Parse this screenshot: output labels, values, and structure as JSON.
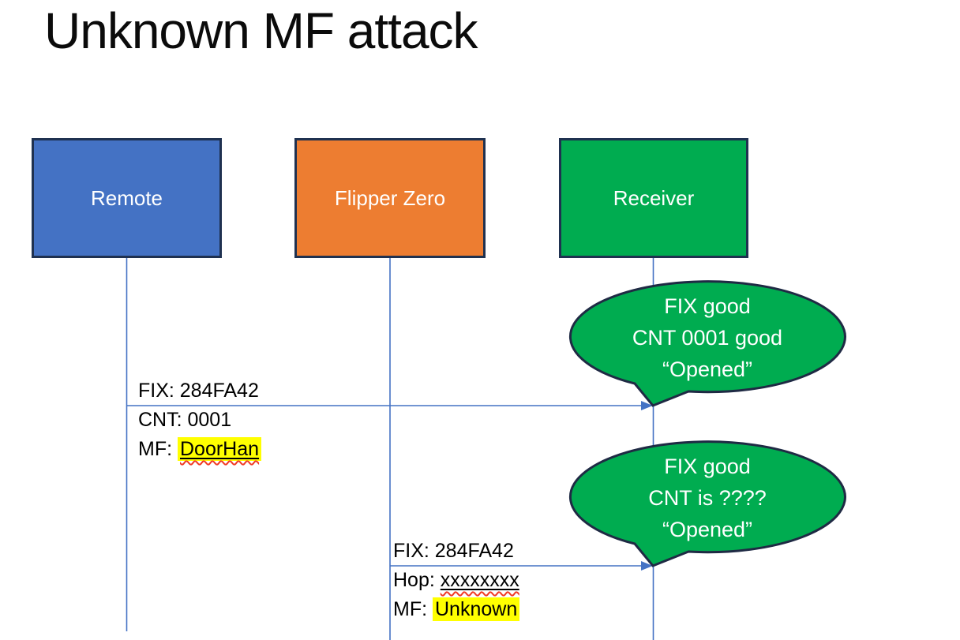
{
  "title": "Unknown MF attack",
  "colors": {
    "remote_fill": "#4472C4",
    "flipper_fill": "#ED7D31",
    "receiver_fill": "#00AC50",
    "callout_fill": "#00AC50",
    "shape_border": "#1F3150",
    "line_blue": "#4472C4",
    "highlight_yellow": "#FFFF00",
    "spellcheck_red": "#F03A25",
    "text_black": "#000000",
    "text_white": "#FFFFFF"
  },
  "actors": [
    {
      "id": "remote",
      "label": "Remote"
    },
    {
      "id": "flipper-zero",
      "label": "Flipper Zero"
    },
    {
      "id": "receiver",
      "label": "Receiver"
    }
  ],
  "messages": [
    {
      "from": "remote",
      "to": "receiver",
      "line1": "FIX: 284FA42",
      "line2": "CNT: 0001",
      "line3_prefix": "MF: ",
      "line3_value": "DoorHan"
    },
    {
      "from": "flipper-zero",
      "to": "receiver",
      "line1": "FIX: 284FA42",
      "line2_prefix": "Hop: ",
      "line2_value": "xxxxxxxx",
      "line3_prefix": "MF: ",
      "line3_value": "Unknown"
    }
  ],
  "callouts": [
    {
      "line1": "FIX good",
      "line2": "CNT 0001 good",
      "line3": "“Opened”"
    },
    {
      "line1": "FIX good",
      "line2": "CNT is ????",
      "line3": "“Opened”"
    }
  ]
}
